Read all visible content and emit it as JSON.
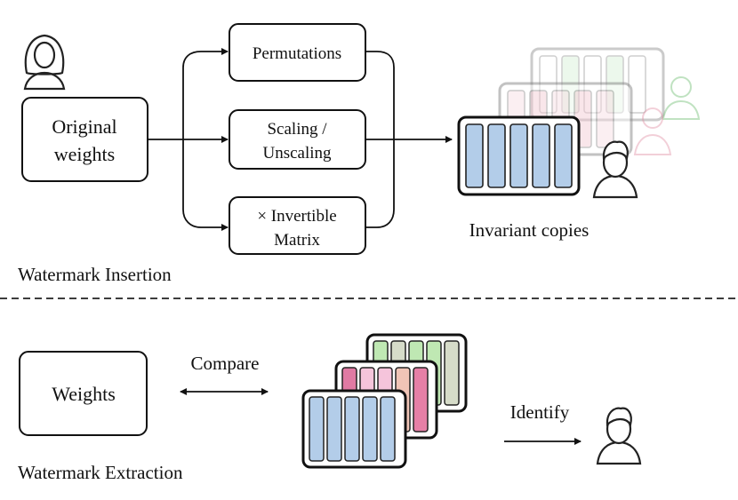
{
  "insertion": {
    "user_icon": "user-icon",
    "original_weights_label_line1": "Original",
    "original_weights_label_line2": "weights",
    "permutations_label": "Permutations",
    "scaling_label_line1": "Scaling /",
    "scaling_label_line2": "Unscaling",
    "invertible_label_line1": "× Invertible",
    "invertible_label_line2": "Matrix",
    "invariant_copies_label": "Invariant copies",
    "section_label": "Watermark Insertion",
    "colors": {
      "blue_cell": "#b3cde9",
      "faded_pink": "#f3c8d2",
      "faded_green": "#c9eccb"
    }
  },
  "extraction": {
    "weights_label": "Weights",
    "compare_label": "Compare",
    "identify_label": "Identify",
    "section_label": "Watermark Extraction",
    "colors": {
      "blue_cell": "#b3cde9",
      "green_cell": "#bfe8b3",
      "grey_green_cell": "#d6dcc9",
      "magenta_cell": "#e07aa3",
      "pink_cell": "#f5c4db",
      "salmon_cell": "#f0c4b6",
      "hot_pink_cell": "#e67fa6"
    }
  }
}
